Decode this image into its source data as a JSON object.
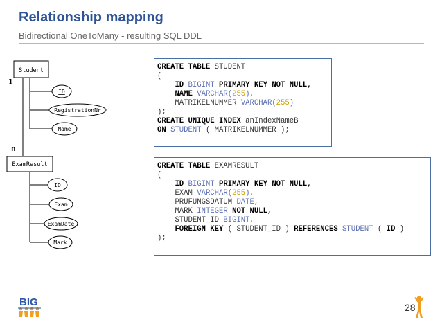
{
  "slide": {
    "title": "Relationship mapping",
    "subtitle": "Bidirectional OneToMany - resulting SQL DDL",
    "page_number": "28"
  },
  "diagram": {
    "student": {
      "label": "Student",
      "multiplicity": "1",
      "attributes": [
        "ID",
        "RegistrationNr",
        "Name"
      ]
    },
    "exam_result": {
      "label": "ExamResult",
      "multiplicity": "n",
      "attributes": [
        "ID",
        "Exam",
        "ExamDate",
        "Mark"
      ]
    }
  },
  "sql": {
    "student_table": {
      "create_kw": "CREATE TABLE",
      "name": "STUDENT",
      "open": "(",
      "id_col": "ID",
      "id_type": "BIGINT",
      "id_constraint": "PRIMARY KEY NOT NULL,",
      "name_col": "NAME",
      "name_type": "VARCHAR(",
      "name_len": "255",
      "name_end": "),",
      "matr_col": "MATRIKELNUMMER",
      "matr_type": "VARCHAR(",
      "matr_len": "255",
      "matr_end": ")",
      "close": ");",
      "index_kw": "CREATE UNIQUE INDEX",
      "index_name": "anIndexNameB",
      "on_kw": "ON",
      "on_table": "STUDENT",
      "on_cols": "( MATRIKELNUMMER );"
    },
    "examresult_table": {
      "create_kw": "CREATE TABLE",
      "name": "EXAMRESULT",
      "open": "(",
      "id_col": "ID",
      "id_type": "BIGINT",
      "id_constraint": "PRIMARY KEY NOT NULL,",
      "exam_col": "EXAM",
      "exam_type": "VARCHAR(",
      "exam_len": "255",
      "exam_end": "),",
      "date_col": "PRUFUNGSDATUM",
      "date_type": "DATE,",
      "mark_col": "MARK",
      "mark_type": "INTEGER",
      "mark_constraint": "NOT NULL,",
      "sid_col": "STUDENT_ID",
      "sid_type": "BIGINT,",
      "fk_kw": "FOREIGN KEY",
      "fk_cols": "( STUDENT_ID )",
      "ref_kw": "REFERENCES",
      "ref_table": "STUDENT",
      "ref_open": "(",
      "ref_col": "ID",
      "ref_close": ")",
      "close": ");"
    }
  },
  "colors": {
    "title": "#2f5496",
    "box_border": "#4a6fa5",
    "type": "#5a6fb3",
    "number": "#c8a000",
    "logo_blue": "#2c56a8",
    "logo_orange": "#f0a020"
  },
  "logo": {
    "text": "BIG"
  }
}
